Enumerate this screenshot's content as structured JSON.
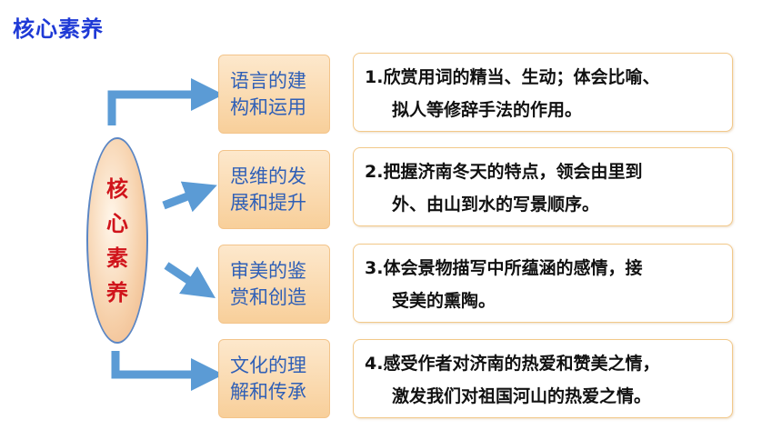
{
  "title": "核心素养",
  "center": {
    "chars": [
      "核",
      "心",
      "素",
      "养"
    ]
  },
  "rows": [
    {
      "category": [
        "语言的建",
        "构和运用"
      ],
      "desc": [
        "1.欣赏用词的精当、生动；体会比喻、",
        "拟人等修辞手法的作用。"
      ]
    },
    {
      "category": [
        "思维的发",
        "展和提升"
      ],
      "desc": [
        "2.把握济南冬天的特点，领会由里到",
        "外、由山到水的写景顺序。"
      ]
    },
    {
      "category": [
        "审美的鉴",
        "赏和创造"
      ],
      "desc": [
        "3.体会景物描写中所蕴涵的感情，接",
        "受美的熏陶。"
      ]
    },
    {
      "category": [
        "文化的理",
        "解和传承"
      ],
      "desc": [
        "4.感受作者对济南的热爱和赞美之情，",
        "激发我们对祖国河山的热爱之情。"
      ]
    }
  ],
  "colors": {
    "title": "#1f3ad6",
    "center_text": "#d0141b",
    "category_text": "#2f5fb6",
    "arrow": "#5b9bd5"
  }
}
